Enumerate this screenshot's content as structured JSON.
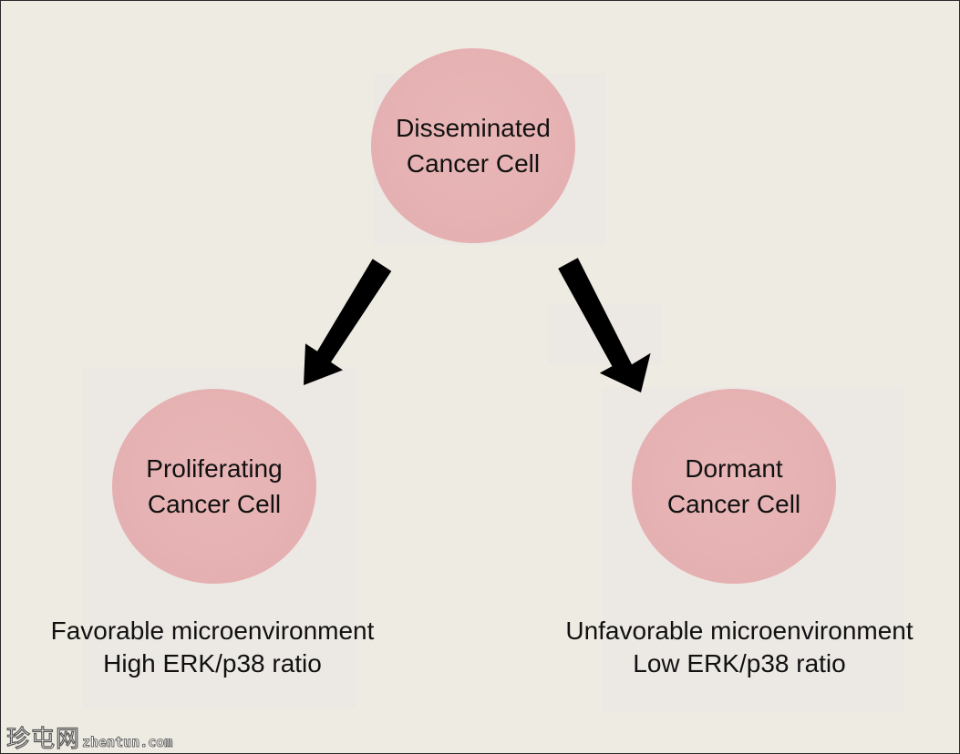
{
  "nodes": {
    "top": {
      "line1": "Disseminated",
      "line2": "Cancer Cell"
    },
    "left": {
      "line1": "Proliferating",
      "line2": "Cancer Cell"
    },
    "right": {
      "line1": "Dormant",
      "line2": "Cancer Cell"
    }
  },
  "captions": {
    "left": {
      "line1": "Favorable microenvironment",
      "line2": "High ERK/p38 ratio"
    },
    "right": {
      "line1": "Unfavorable microenvironment",
      "line2": "Low ERK/p38 ratio"
    }
  },
  "watermark": {
    "chinese": "珍屯网",
    "url": "zhentun.com"
  },
  "colors": {
    "background": "#eeebe2",
    "circle_fill": "#e5b0b1",
    "arrow": "#000000",
    "text": "#111111"
  }
}
